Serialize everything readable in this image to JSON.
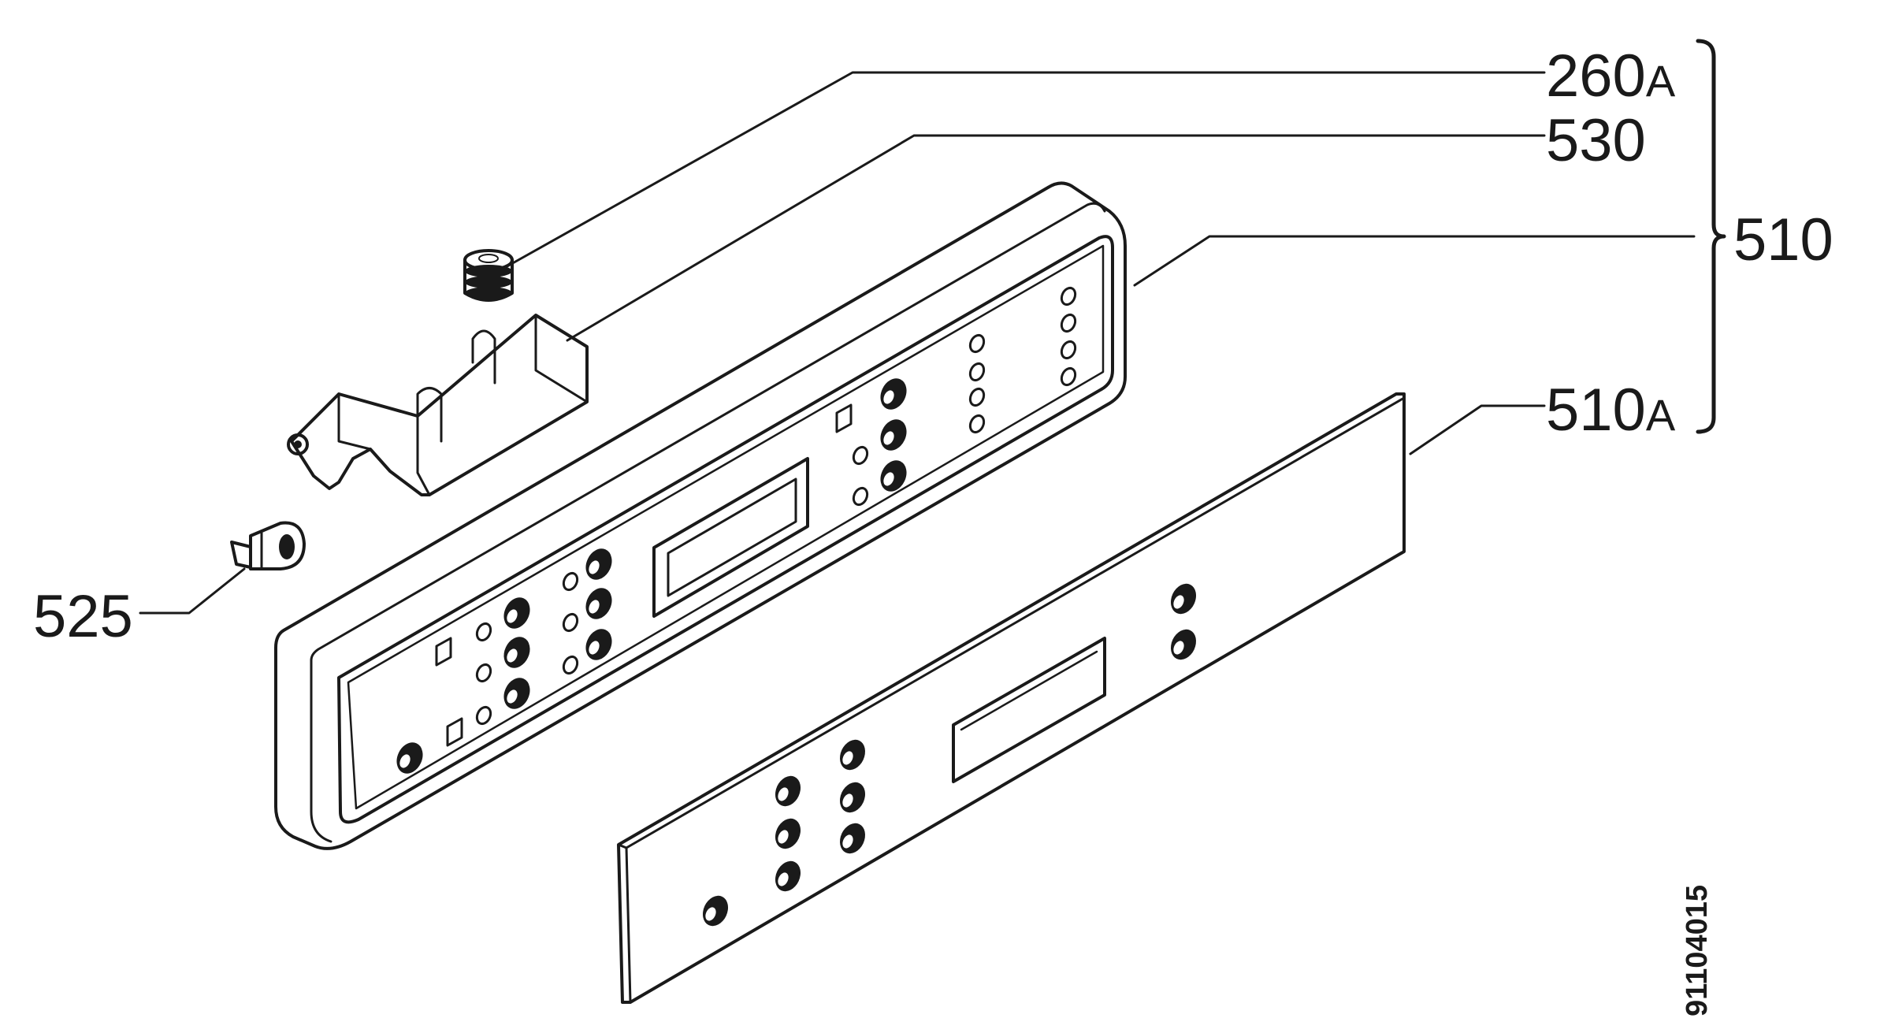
{
  "diagram": {
    "callouts": [
      {
        "id": "260a",
        "number": "260",
        "suffix": "A"
      },
      {
        "id": "530",
        "number": "530",
        "suffix": ""
      },
      {
        "id": "510",
        "number": "510",
        "suffix": ""
      },
      {
        "id": "510a",
        "number": "510",
        "suffix": "A"
      },
      {
        "id": "525",
        "number": "525",
        "suffix": ""
      }
    ],
    "drawing_number": "91104015"
  }
}
